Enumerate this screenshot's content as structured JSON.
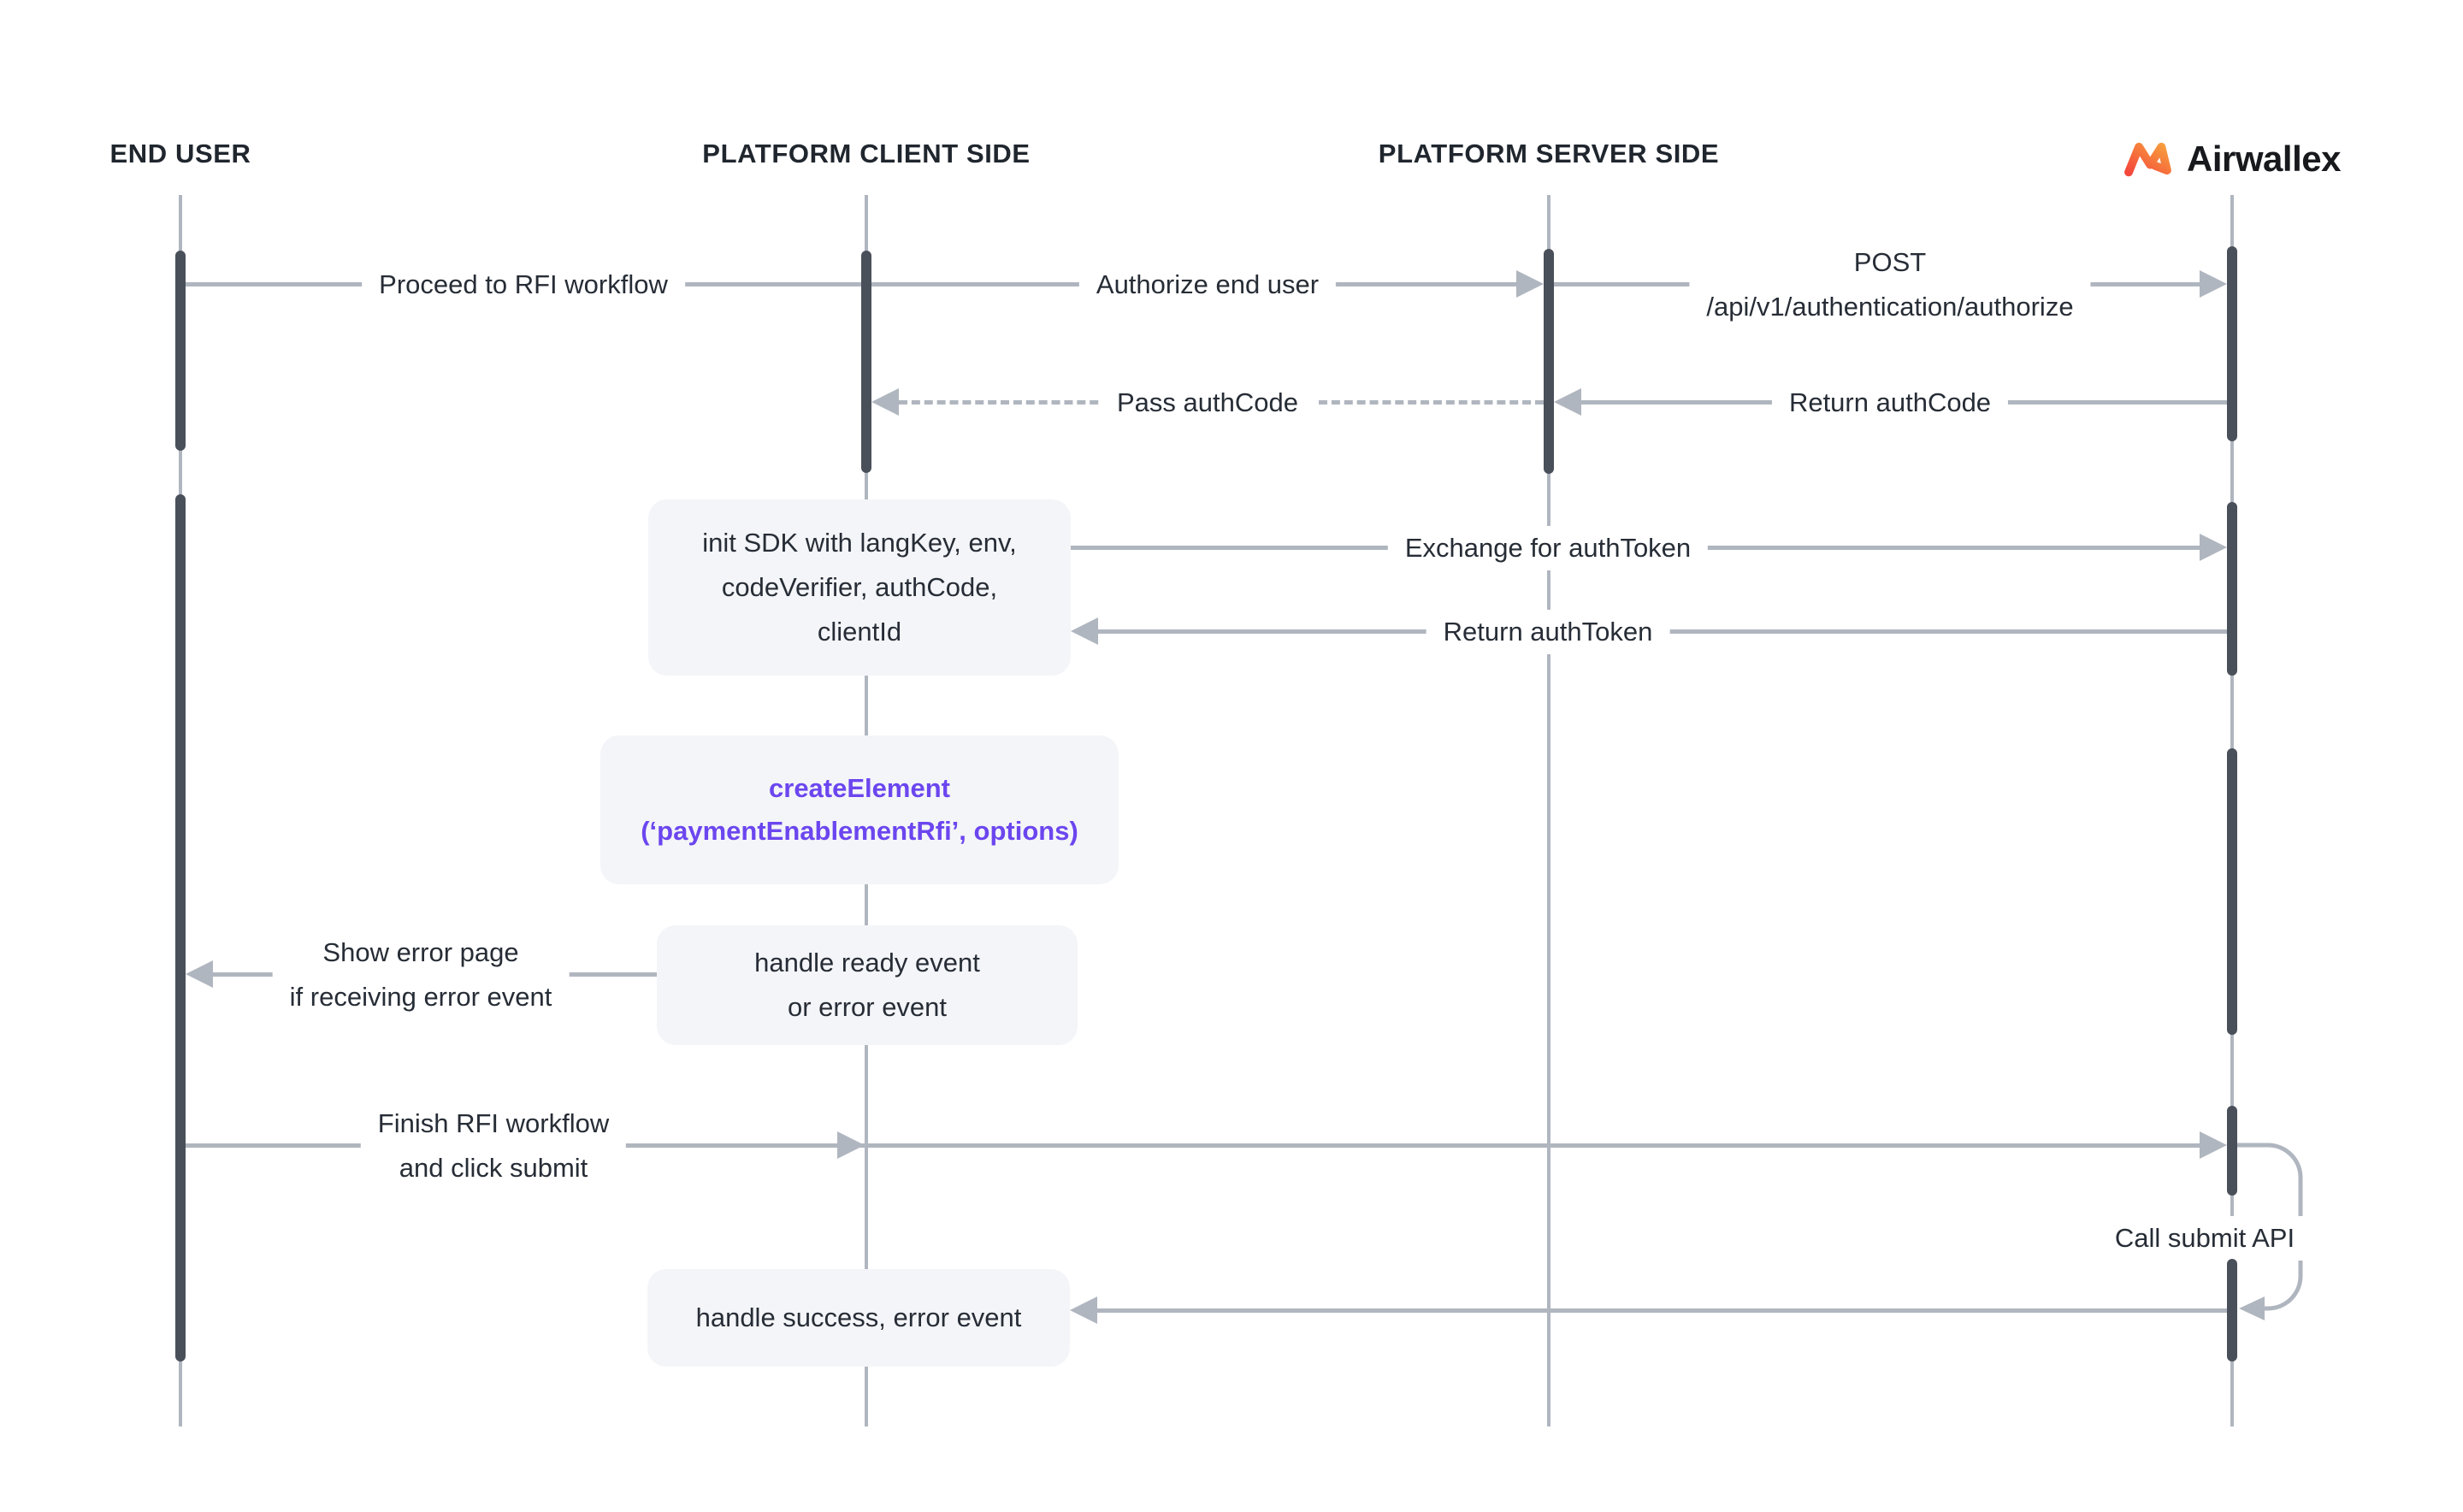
{
  "participants": {
    "end_user": {
      "label": "END USER"
    },
    "platform_client": {
      "label": "PLATFORM CLIENT SIDE"
    },
    "platform_server": {
      "label": "PLATFORM SERVER SIDE"
    },
    "airwallex": {
      "label": "Airwallex"
    }
  },
  "messages": {
    "proceed_rfi": "Proceed to RFI workflow",
    "authorize_end_user": "Authorize end user",
    "post_method": "POST",
    "post_path": "/api/v1/authentication/authorize",
    "pass_authcode": "Pass authCode",
    "return_authcode": "Return authCode",
    "exchange_authtoken": "Exchange for authToken",
    "return_authtoken": "Return authToken",
    "show_error_line1": "Show error page",
    "show_error_line2": "if receiving error event",
    "finish_line1": "Finish RFI workflow",
    "finish_line2": "and click submit",
    "call_submit": "Call submit API"
  },
  "boxes": {
    "init_sdk": {
      "line1": "init SDK with langKey, env,",
      "line2": "codeVerifier, authCode,",
      "line3": "clientId"
    },
    "create_element": {
      "line1": "createElement",
      "line2": "(‘paymentEnablementRfi’, options)"
    },
    "handle_ready": {
      "line1": "handle ready event",
      "line2": "or error event"
    },
    "handle_success": {
      "line1": "handle success, error event"
    }
  },
  "colors": {
    "line_gray": "#B0B6BF",
    "activation_bar": "#4A505A",
    "text_dark": "#272D36",
    "box_background": "#F4F5F8",
    "accent_purple": "#6B46EF",
    "logo_gradient_start": "#F4473B",
    "logo_gradient_end": "#F79E3D"
  }
}
